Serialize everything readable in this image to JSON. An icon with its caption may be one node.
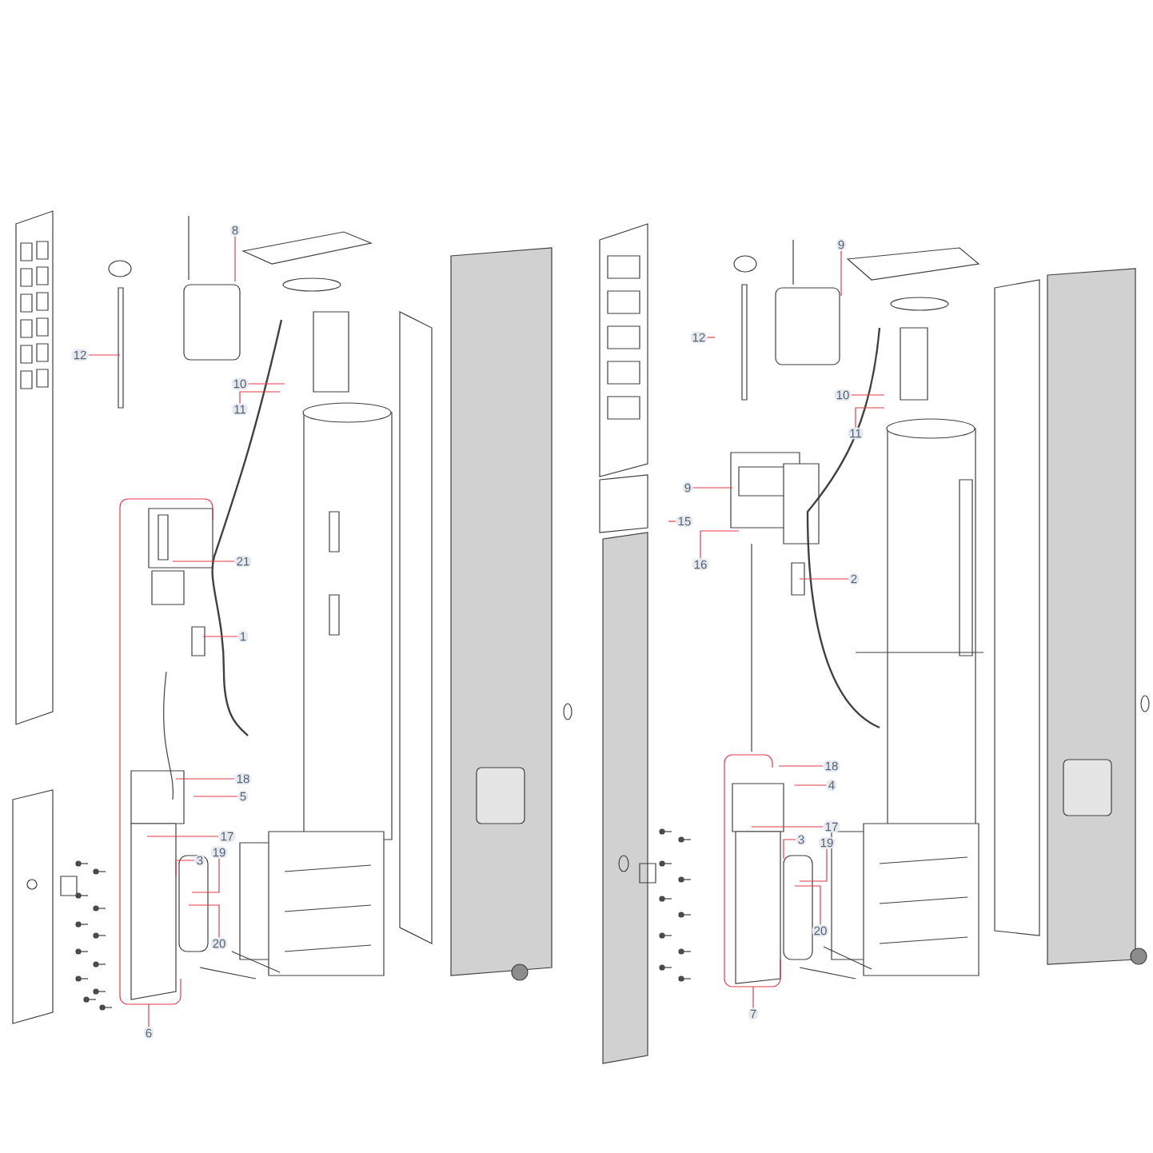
{
  "diagram": {
    "nodes": [
      {
        "text": [
          "8"
        ]
      },
      {
        "text": [
          "12"
        ]
      },
      {
        "text": [
          "10"
        ]
      },
      {
        "text": [
          "11"
        ]
      },
      {
        "text": [
          "21"
        ]
      },
      {
        "text": [
          "1"
        ]
      },
      {
        "text": [
          "18"
        ]
      },
      {
        "text": [
          "5"
        ]
      },
      {
        "text": [
          "17"
        ]
      },
      {
        "text": [
          "3"
        ]
      },
      {
        "text": [
          "19"
        ]
      },
      {
        "text": [
          "20"
        ]
      },
      {
        "text": [
          "6"
        ]
      },
      {
        "text": [
          "9"
        ]
      },
      {
        "text": [
          "12"
        ]
      },
      {
        "text": [
          "10"
        ]
      },
      {
        "text": [
          "11"
        ]
      },
      {
        "text": [
          "9"
        ]
      },
      {
        "text": [
          "15"
        ]
      },
      {
        "text": [
          "16"
        ]
      },
      {
        "text": [
          "2"
        ]
      },
      {
        "text": [
          "18"
        ]
      },
      {
        "text": [
          "4"
        ]
      },
      {
        "text": [
          "17"
        ]
      },
      {
        "text": [
          "3"
        ]
      },
      {
        "text": [
          "19"
        ]
      },
      {
        "text": [
          "20"
        ]
      },
      {
        "text": [
          "7"
        ]
      }
    ],
    "edges": [
      {
        "from": 0,
        "to": null,
        "arrow": "none"
      },
      {
        "from": 1,
        "to": null,
        "arrow": "none"
      },
      {
        "from": 2,
        "to": null,
        "arrow": "none"
      },
      {
        "from": 3,
        "to": null,
        "arrow": "none"
      },
      {
        "from": 4,
        "to": null,
        "arrow": "none"
      },
      {
        "from": 5,
        "to": null,
        "arrow": "none"
      },
      {
        "from": 6,
        "to": null,
        "arrow": "none"
      },
      {
        "from": 7,
        "to": null,
        "arrow": "none"
      },
      {
        "from": 8,
        "to": null,
        "arrow": "none"
      },
      {
        "from": 9,
        "to": null,
        "arrow": "none"
      },
      {
        "from": 10,
        "to": null,
        "arrow": "none"
      },
      {
        "from": 11,
        "to": null,
        "arrow": "none"
      },
      {
        "from": 12,
        "to": null,
        "arrow": "none"
      },
      {
        "from": 13,
        "to": null,
        "arrow": "none"
      },
      {
        "from": 14,
        "to": null,
        "arrow": "none"
      },
      {
        "from": 15,
        "to": null,
        "arrow": "none"
      },
      {
        "from": 16,
        "to": null,
        "arrow": "none"
      },
      {
        "from": 17,
        "to": null,
        "arrow": "none"
      },
      {
        "from": 18,
        "to": null,
        "arrow": "none"
      },
      {
        "from": 19,
        "to": null,
        "arrow": "none"
      },
      {
        "from": 20,
        "to": null,
        "arrow": "none"
      },
      {
        "from": 21,
        "to": null,
        "arrow": "none"
      },
      {
        "from": 22,
        "to": null,
        "arrow": "none"
      },
      {
        "from": 23,
        "to": null,
        "arrow": "none"
      },
      {
        "from": 24,
        "to": null,
        "arrow": "none"
      },
      {
        "from": 25,
        "to": null,
        "arrow": "none"
      },
      {
        "from": 26,
        "to": null,
        "arrow": "none"
      },
      {
        "from": 27,
        "to": null,
        "arrow": "none"
      }
    ]
  }
}
